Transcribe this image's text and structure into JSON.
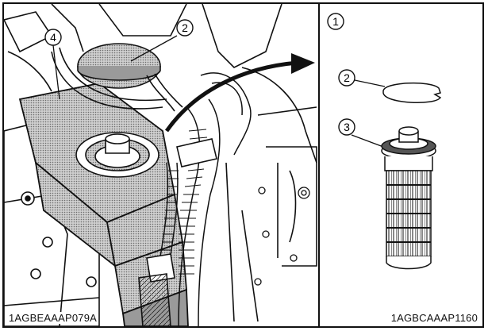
{
  "figure": {
    "left_image_code": "1AGBEAAAP079A",
    "right_image_code": "1AGBCAAAP1160"
  },
  "callouts": {
    "left_filter_housing": "4",
    "left_cap": "2",
    "right_panel": "1",
    "right_seal": "2",
    "right_element": "3"
  },
  "colors": {
    "line": "#111111",
    "halftone": "#8a8a8a",
    "background": "#ffffff"
  }
}
